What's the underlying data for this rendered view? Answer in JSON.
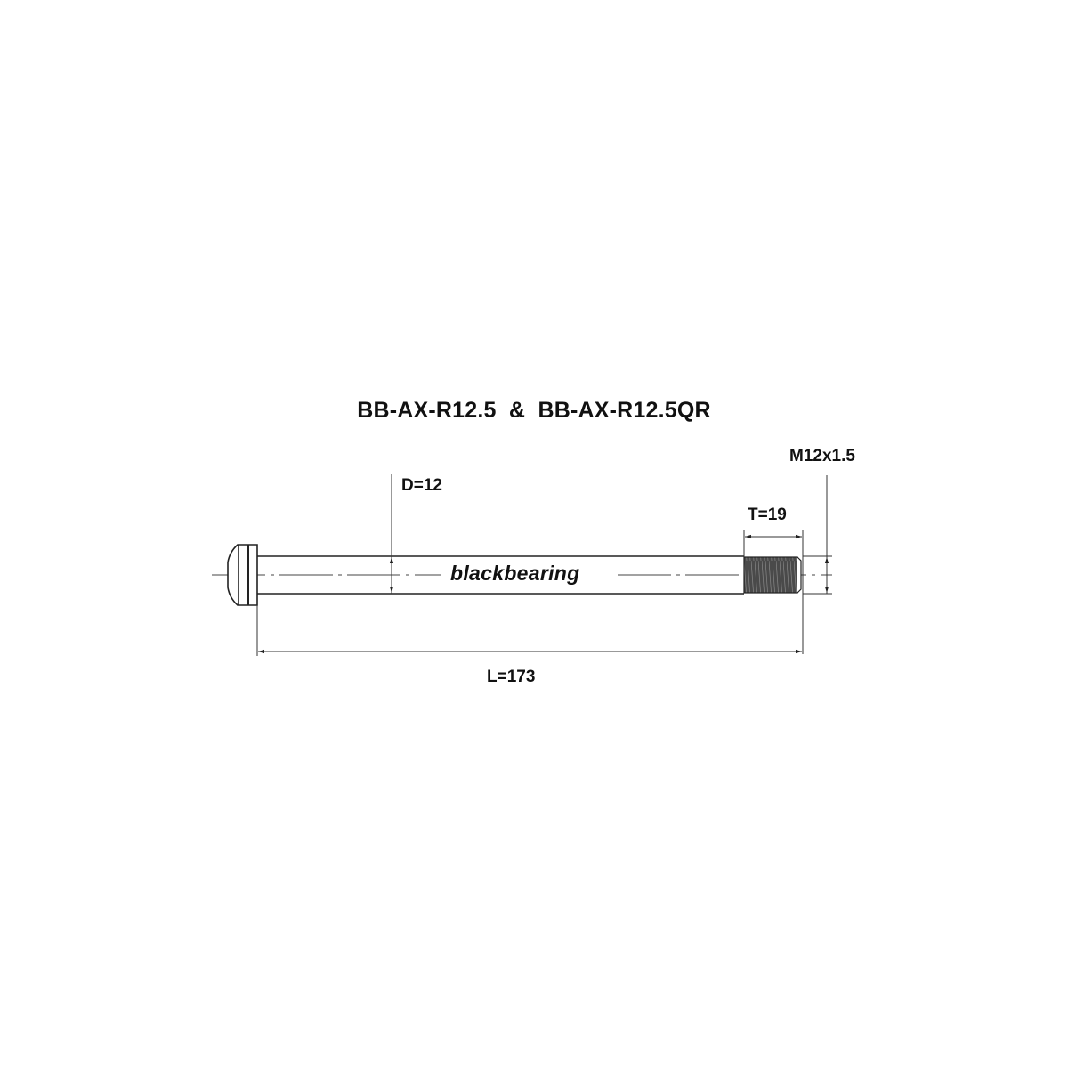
{
  "drawing": {
    "title": "BB-AX-R12.5  &  BB-AX-R12.5QR",
    "brand": "blackbearing",
    "dimensions": {
      "diameter": "D=12",
      "thread_length": "T=19",
      "thread_spec": "M12x1.5",
      "length": "L=173"
    }
  },
  "colors": {
    "line": "#222222",
    "thread_fill": "#555555",
    "background": "#ffffff"
  }
}
